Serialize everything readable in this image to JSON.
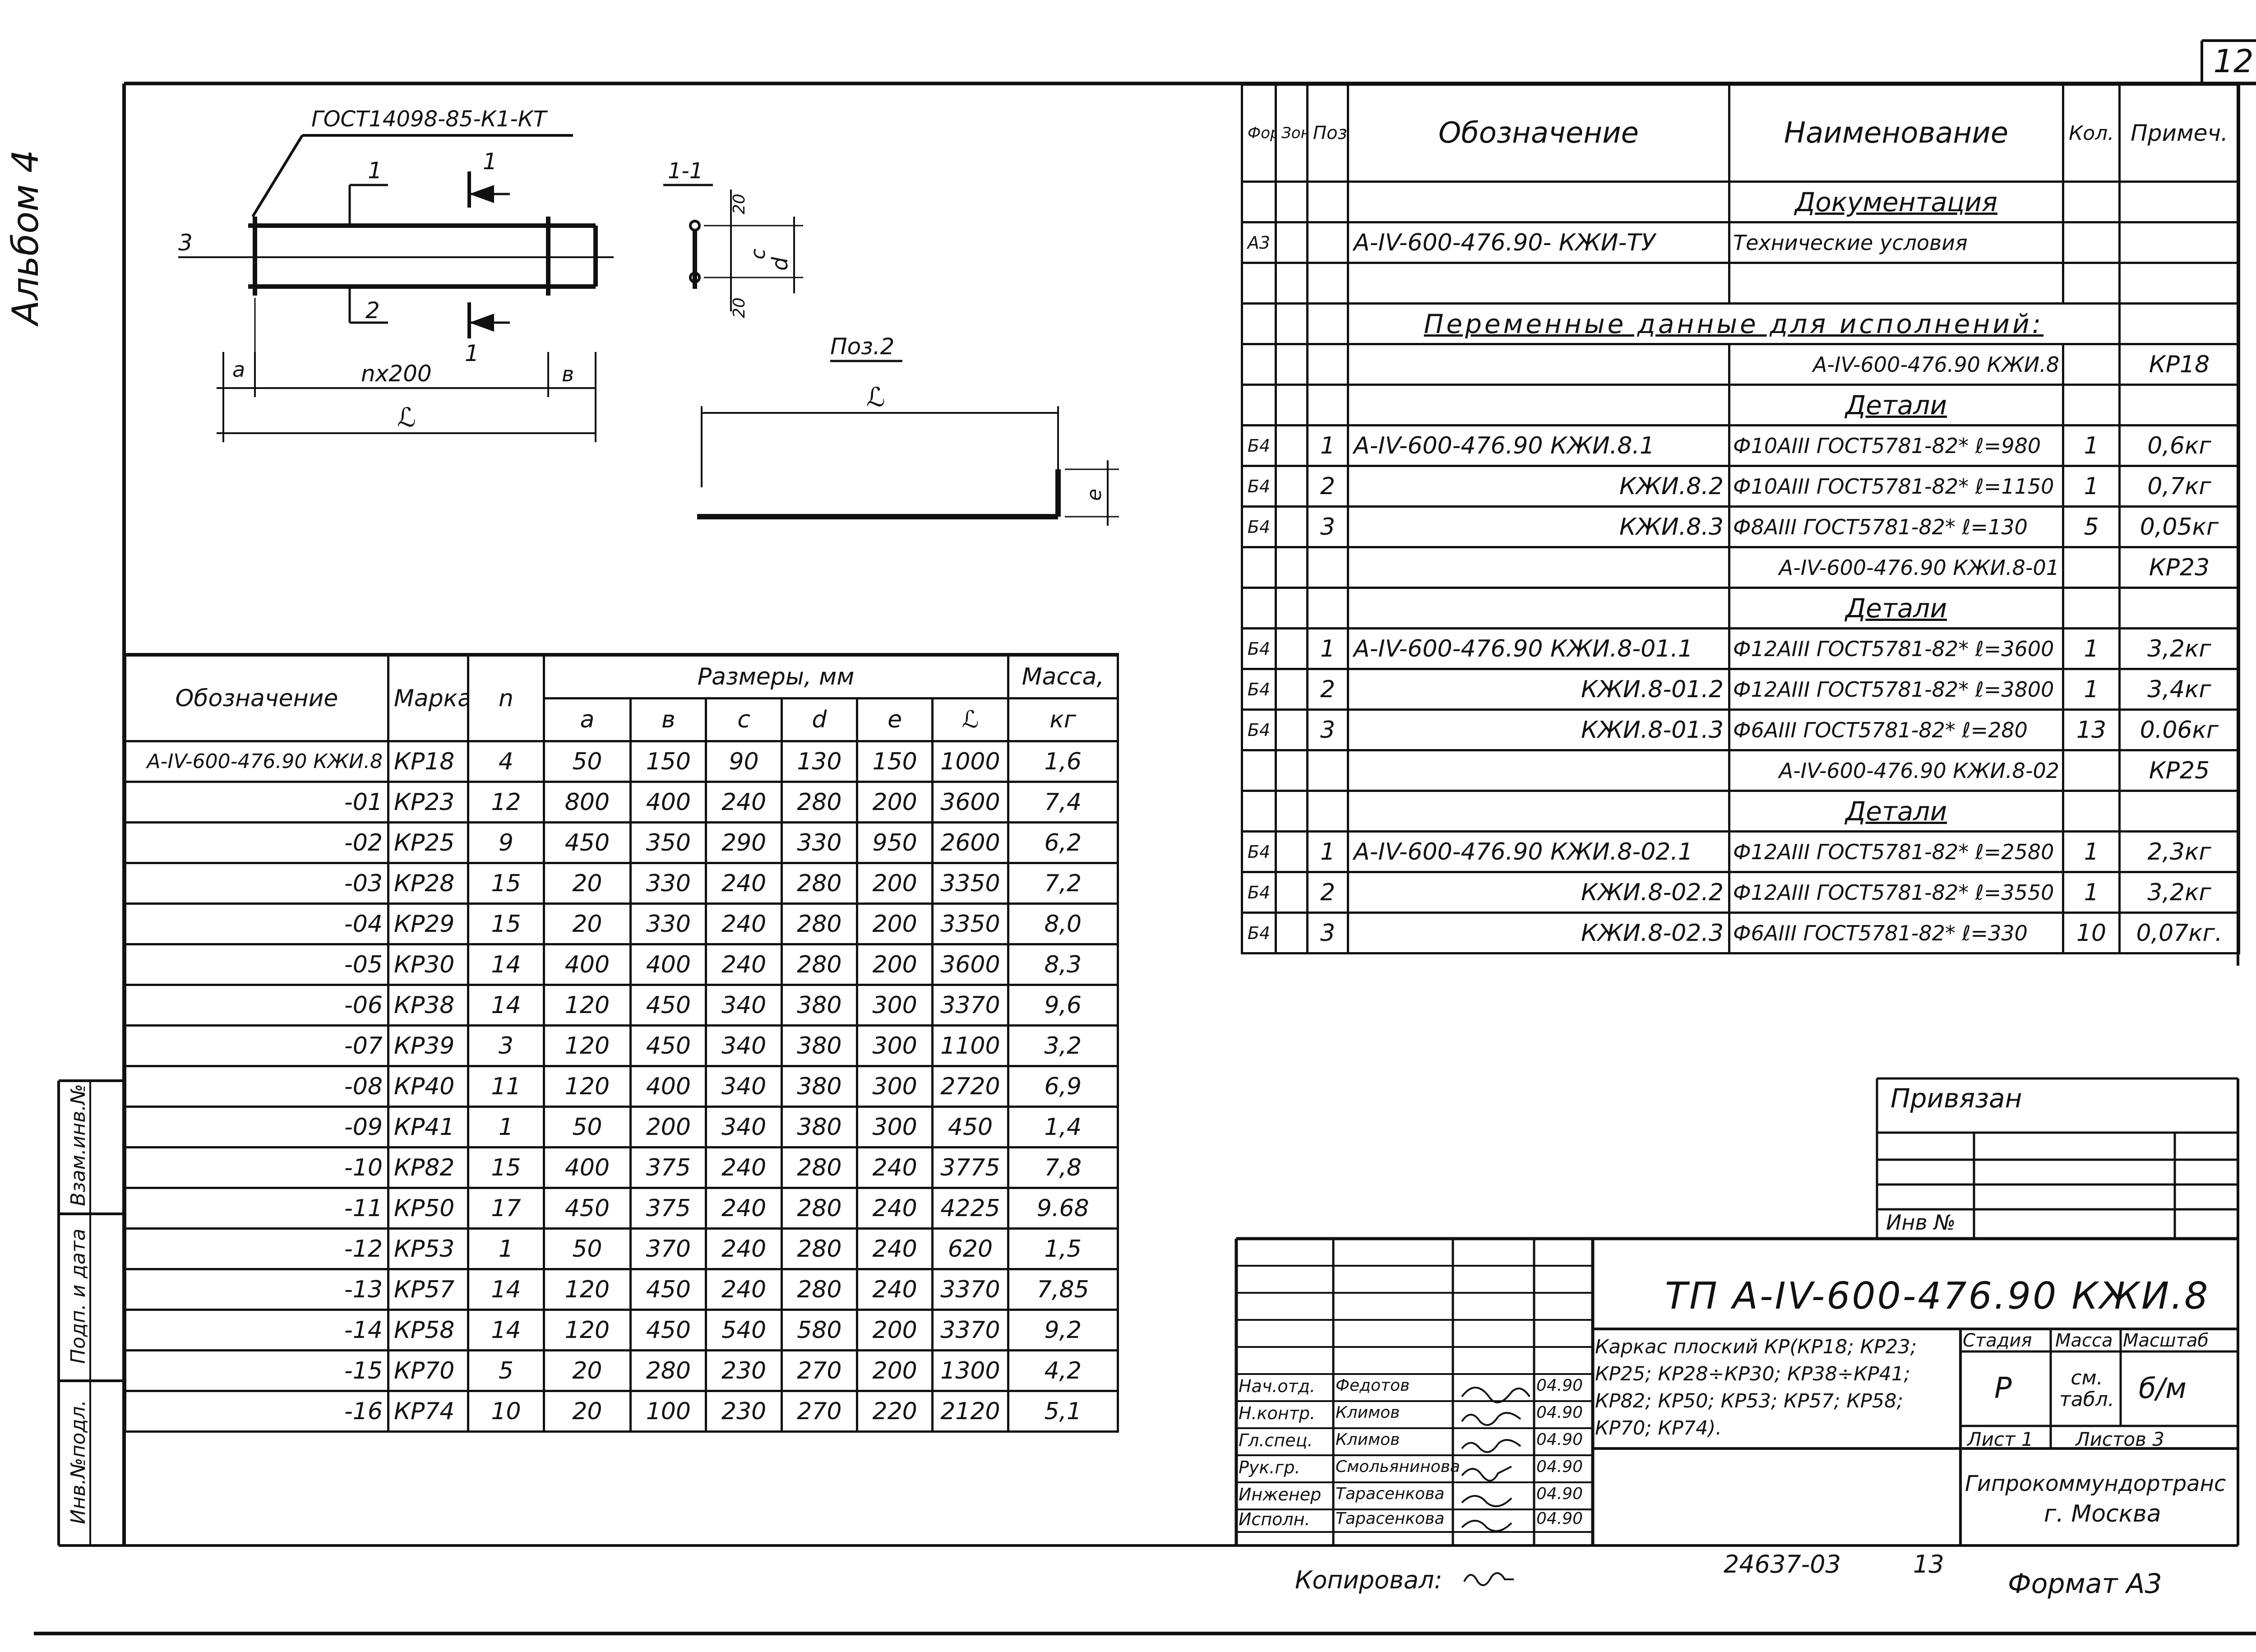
{
  "sheet_number": "12",
  "album_label": "Альбом 4",
  "drawing": {
    "gost_label": "ГОСТ14098-85-К1-КТ",
    "dim_n": "nх200",
    "dim_L": "ℒ",
    "dim_a": "a",
    "dim_b": "в",
    "num_1": "1",
    "num_2": "2",
    "num_3": "3",
    "section_label": "1-1",
    "dim_c": "с",
    "dim_d": "d",
    "dim_20": "20",
    "pos2_label": "Поз.2",
    "dim_e": "е"
  },
  "dims_table": {
    "headers": {
      "designation": "Обозначение",
      "mark": "Марка",
      "n": "n",
      "sizes": "Размеры, мм",
      "mass": "Масса,",
      "mass_unit": "кг",
      "sub": [
        "а",
        "в",
        "с",
        "d",
        "е",
        "ℒ"
      ]
    },
    "rows": [
      [
        "А-IV-600-476.90 КЖИ.8",
        "КР18",
        "4",
        "50",
        "150",
        "90",
        "130",
        "150",
        "1000",
        "1,6"
      ],
      [
        "-01",
        "КР23",
        "12",
        "800",
        "400",
        "240",
        "280",
        "200",
        "3600",
        "7,4"
      ],
      [
        "-02",
        "КР25",
        "9",
        "450",
        "350",
        "290",
        "330",
        "950",
        "2600",
        "6,2"
      ],
      [
        "-03",
        "КР28",
        "15",
        "20",
        "330",
        "240",
        "280",
        "200",
        "3350",
        "7,2"
      ],
      [
        "-04",
        "КР29",
        "15",
        "20",
        "330",
        "240",
        "280",
        "200",
        "3350",
        "8,0"
      ],
      [
        "-05",
        "КР30",
        "14",
        "400",
        "400",
        "240",
        "280",
        "200",
        "3600",
        "8,3"
      ],
      [
        "-06",
        "КР38",
        "14",
        "120",
        "450",
        "340",
        "380",
        "300",
        "3370",
        "9,6"
      ],
      [
        "-07",
        "КР39",
        "3",
        "120",
        "450",
        "340",
        "380",
        "300",
        "1100",
        "3,2"
      ],
      [
        "-08",
        "КР40",
        "11",
        "120",
        "400",
        "340",
        "380",
        "300",
        "2720",
        "6,9"
      ],
      [
        "-09",
        "КР41",
        "1",
        "50",
        "200",
        "340",
        "380",
        "300",
        "450",
        "1,4"
      ],
      [
        "-10",
        "КР82",
        "15",
        "400",
        "375",
        "240",
        "280",
        "240",
        "3775",
        "7,8"
      ],
      [
        "-11",
        "КР50",
        "17",
        "450",
        "375",
        "240",
        "280",
        "240",
        "4225",
        "9.68"
      ],
      [
        "-12",
        "КР53",
        "1",
        "50",
        "370",
        "240",
        "280",
        "240",
        "620",
        "1,5"
      ],
      [
        "-13",
        "КР57",
        "14",
        "120",
        "450",
        "240",
        "280",
        "240",
        "3370",
        "7,85"
      ],
      [
        "-14",
        "КР58",
        "14",
        "120",
        "450",
        "540",
        "580",
        "200",
        "3370",
        "9,2"
      ],
      [
        "-15",
        "КР70",
        "5",
        "20",
        "280",
        "230",
        "270",
        "200",
        "1300",
        "4,2"
      ],
      [
        "-16",
        "КР74",
        "10",
        "20",
        "100",
        "230",
        "270",
        "220",
        "2120",
        "5,1"
      ]
    ]
  },
  "spec_table": {
    "headers": [
      "Формат",
      "Зона",
      "Поз.",
      "Обозначение",
      "Наименование",
      "Кол.",
      "Примеч."
    ],
    "rows": [
      {
        "type": "section",
        "text": "Документация"
      },
      {
        "fmt": "А3",
        "zone": "",
        "pos": "",
        "des": "А-IV-600-476.90- КЖИ-ТУ",
        "name": "Технические условия",
        "qty": "",
        "note": ""
      },
      {
        "type": "blank"
      },
      {
        "type": "wide",
        "text": "Переменные данные для исполнений:"
      },
      {
        "fmt": "",
        "zone": "",
        "pos": "",
        "des": "",
        "name": "А-IV-600-476.90 КЖИ.8",
        "qty": "",
        "note": "КР18"
      },
      {
        "type": "section",
        "text": "Детали"
      },
      {
        "fmt": "Б4",
        "zone": "",
        "pos": "1",
        "des": "А-IV-600-476.90 КЖИ.8.1",
        "name": "Ф10АIII ГОСТ5781-82* ℓ=980",
        "qty": "1",
        "note": "0,6кг"
      },
      {
        "fmt": "Б4",
        "zone": "",
        "pos": "2",
        "des": "КЖИ.8.2",
        "name": "Ф10АIII ГОСТ5781-82* ℓ=1150",
        "qty": "1",
        "note": "0,7кг"
      },
      {
        "fmt": "Б4",
        "zone": "",
        "pos": "3",
        "des": "КЖИ.8.3",
        "name": "Ф8АIII ГОСТ5781-82* ℓ=130",
        "qty": "5",
        "note": "0,05кг"
      },
      {
        "fmt": "",
        "zone": "",
        "pos": "",
        "des": "",
        "name": "А-IV-600-476.90 КЖИ.8-01",
        "qty": "",
        "note": "КР23"
      },
      {
        "type": "section",
        "text": "Детали"
      },
      {
        "fmt": "Б4",
        "zone": "",
        "pos": "1",
        "des": "А-IV-600-476.90 КЖИ.8-01.1",
        "name": "Ф12АIII ГОСТ5781-82* ℓ=3600",
        "qty": "1",
        "note": "3,2кг"
      },
      {
        "fmt": "Б4",
        "zone": "",
        "pos": "2",
        "des": "КЖИ.8-01.2",
        "name": "Ф12АIII ГОСТ5781-82* ℓ=3800",
        "qty": "1",
        "note": "3,4кг"
      },
      {
        "fmt": "Б4",
        "zone": "",
        "pos": "3",
        "des": "КЖИ.8-01.3",
        "name": "Ф6АIII ГОСТ5781-82* ℓ=280",
        "qty": "13",
        "note": "0.06кг"
      },
      {
        "fmt": "",
        "zone": "",
        "pos": "",
        "des": "",
        "name": "А-IV-600-476.90 КЖИ.8-02",
        "qty": "",
        "note": "КР25"
      },
      {
        "type": "section",
        "text": "Детали"
      },
      {
        "fmt": "Б4",
        "zone": "",
        "pos": "1",
        "des": "А-IV-600-476.90 КЖИ.8-02.1",
        "name": "Ф12АIII ГОСТ5781-82* ℓ=2580",
        "qty": "1",
        "note": "2,3кг"
      },
      {
        "fmt": "Б4",
        "zone": "",
        "pos": "2",
        "des": "КЖИ.8-02.2",
        "name": "Ф12АIII ГОСТ5781-82* ℓ=3550",
        "qty": "1",
        "note": "3,2кг"
      },
      {
        "fmt": "Б4",
        "zone": "",
        "pos": "3",
        "des": "КЖИ.8-02.3",
        "name": "Ф6АIII ГОСТ5781-82* ℓ=330",
        "qty": "10",
        "note": "0,07кг."
      }
    ]
  },
  "privyazan": {
    "title": "Привязан",
    "inv": "Инв №"
  },
  "left_stamp": [
    "Взам.инв.№",
    "Подп. и дата",
    "Инв.№подл."
  ],
  "title_block": {
    "code": "ТП А-IV-600-476.90 КЖИ.8",
    "desc": [
      "Каркас плоский КР(КР18; КР23;",
      "КР25; КР28÷КР30; КР38÷КР41;",
      "КР82; КР50; КР53; КР57; КР58;",
      "КР70; КР74)."
    ],
    "stage_h": "Стадия",
    "mass_h": "Масса",
    "scale_h": "Масштаб",
    "stage": "Р",
    "mass": "см. табл.",
    "scale": "б/м",
    "sheet": "Лист 1",
    "sheets": "Листов 3",
    "org": [
      "Гипрокоммундортранс",
      "г. Москва"
    ],
    "staff": [
      {
        "role": "Нач.отд.",
        "name": "Федотов",
        "date": "04.90"
      },
      {
        "role": "Н.контр.",
        "name": "Климов",
        "date": "04.90"
      },
      {
        "role": "Гл.спец.",
        "name": "Климов",
        "date": "04.90"
      },
      {
        "role": "Рук.гр.",
        "name": "Смольянинова",
        "date": "04.90"
      },
      {
        "role": "Инженер",
        "name": "Тарасенкова",
        "date": "04.90"
      },
      {
        "role": "Исполн.",
        "name": "Тарасенкова",
        "date": "04.90"
      }
    ]
  },
  "bottom": {
    "copied": "Копировал:",
    "doc_no": "24637-03",
    "sheet_no": "13",
    "format": "Формат А3"
  }
}
